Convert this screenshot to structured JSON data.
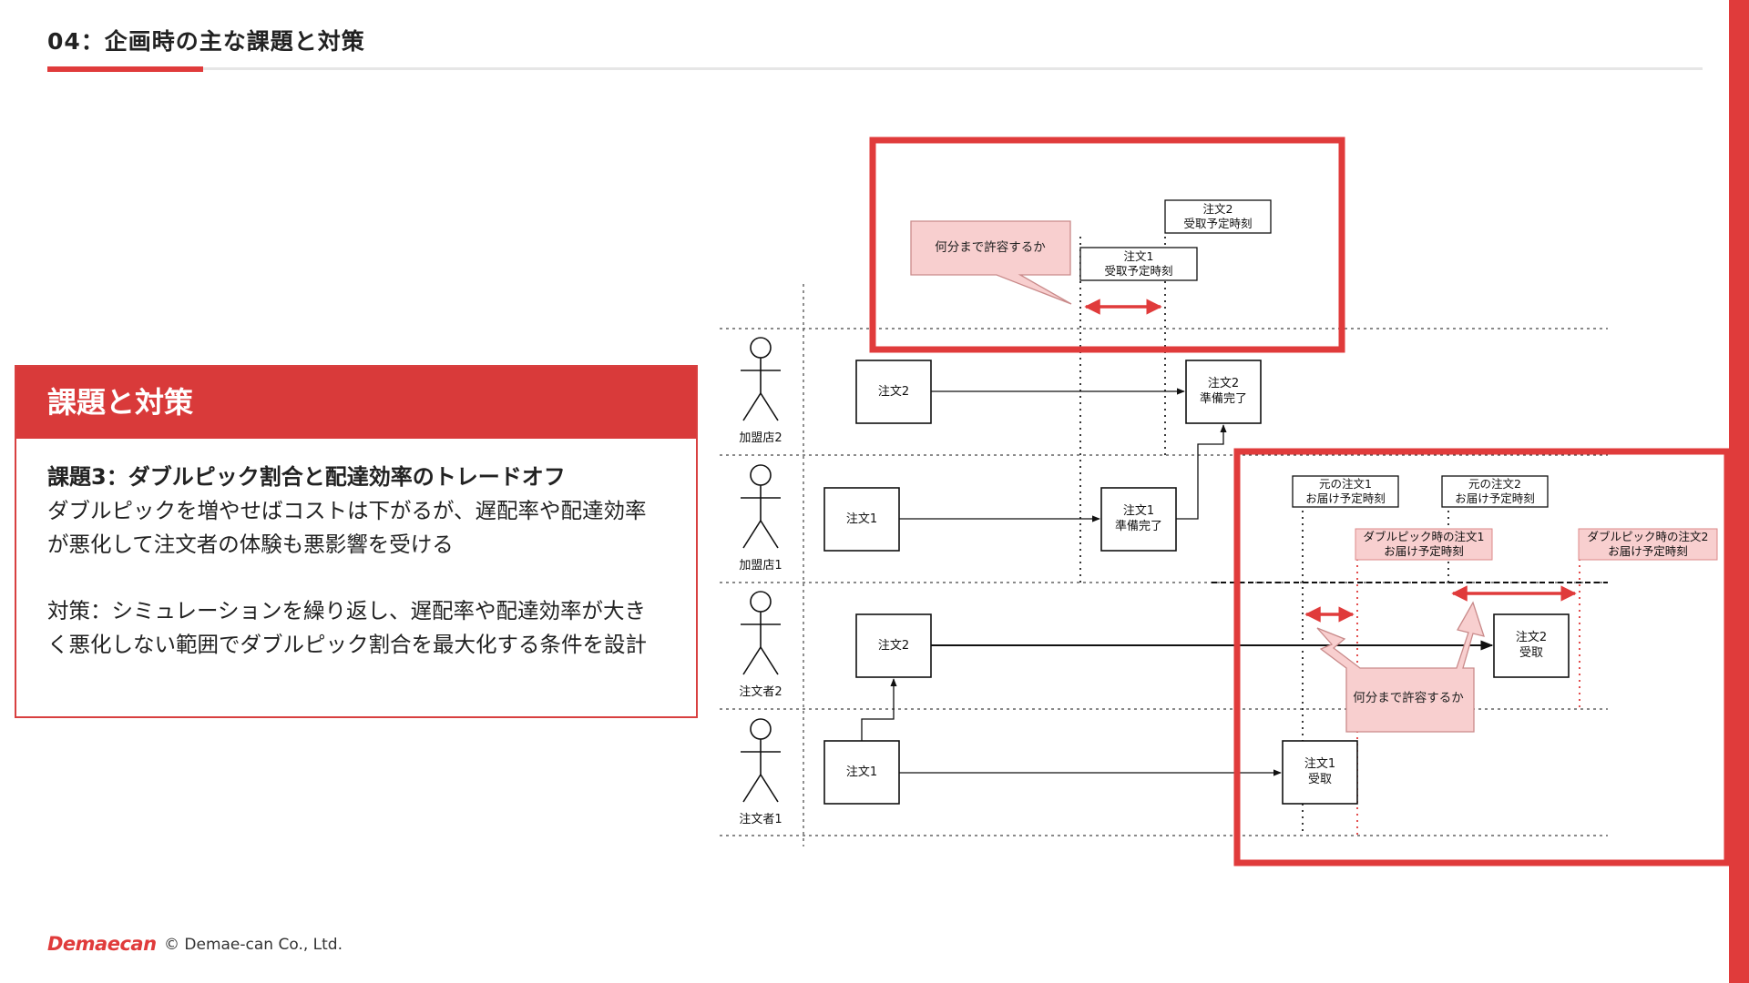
{
  "header": {
    "title": "04：企画時の主な課題と対策"
  },
  "panel": {
    "heading": "課題と対策",
    "issue_title": "課題3：ダブルピック割合と配達効率のトレードオフ",
    "issue_text": "ダブルピックを増やせばコストは下がるが、遅配率や配達効率が悪化して注文者の体験も悪影響を受ける",
    "measure_text": "対策：シミュレーションを繰り返し、遅配率や配達効率が大きく悪化しない範囲でダブルピック割合を最大化する条件を設計"
  },
  "diagram": {
    "actors": [
      "加盟店2",
      "加盟店1",
      "注文者2",
      "注文者1"
    ],
    "boxes": {
      "s2_order": "注文2",
      "s2_ready": [
        "注文2",
        "準備完了"
      ],
      "s1_order": "注文1",
      "s1_ready": [
        "注文1",
        "準備完了"
      ],
      "c2_order": "注文2",
      "c2_receive": [
        "注文2",
        "受取"
      ],
      "c1_order": "注文1",
      "c1_receive": [
        "注文1",
        "受取"
      ]
    },
    "labels": {
      "pickup2": [
        "注文2",
        "受取予定時刻"
      ],
      "pickup1": [
        "注文1",
        "受取予定時刻"
      ],
      "orig1": [
        "元の注文1",
        "お届け予定時刻"
      ],
      "orig2": [
        "元の注文2",
        "お届け予定時刻"
      ],
      "dp1": [
        "ダブルピック時の注文1",
        "お届け予定時刻"
      ],
      "dp2": [
        "ダブルピック時の注文2",
        "お届け予定時刻"
      ]
    },
    "callouts": {
      "top": "何分まで許容するか",
      "bottom": "何分まで許容するか"
    },
    "colors": {
      "accent": "#e03b3b",
      "callout_fill": "#f8cfcf",
      "callout_stroke": "#c98a8a"
    }
  },
  "footer": {
    "logo": "Demaecan",
    "copyright": "© Demae-can Co., Ltd."
  }
}
